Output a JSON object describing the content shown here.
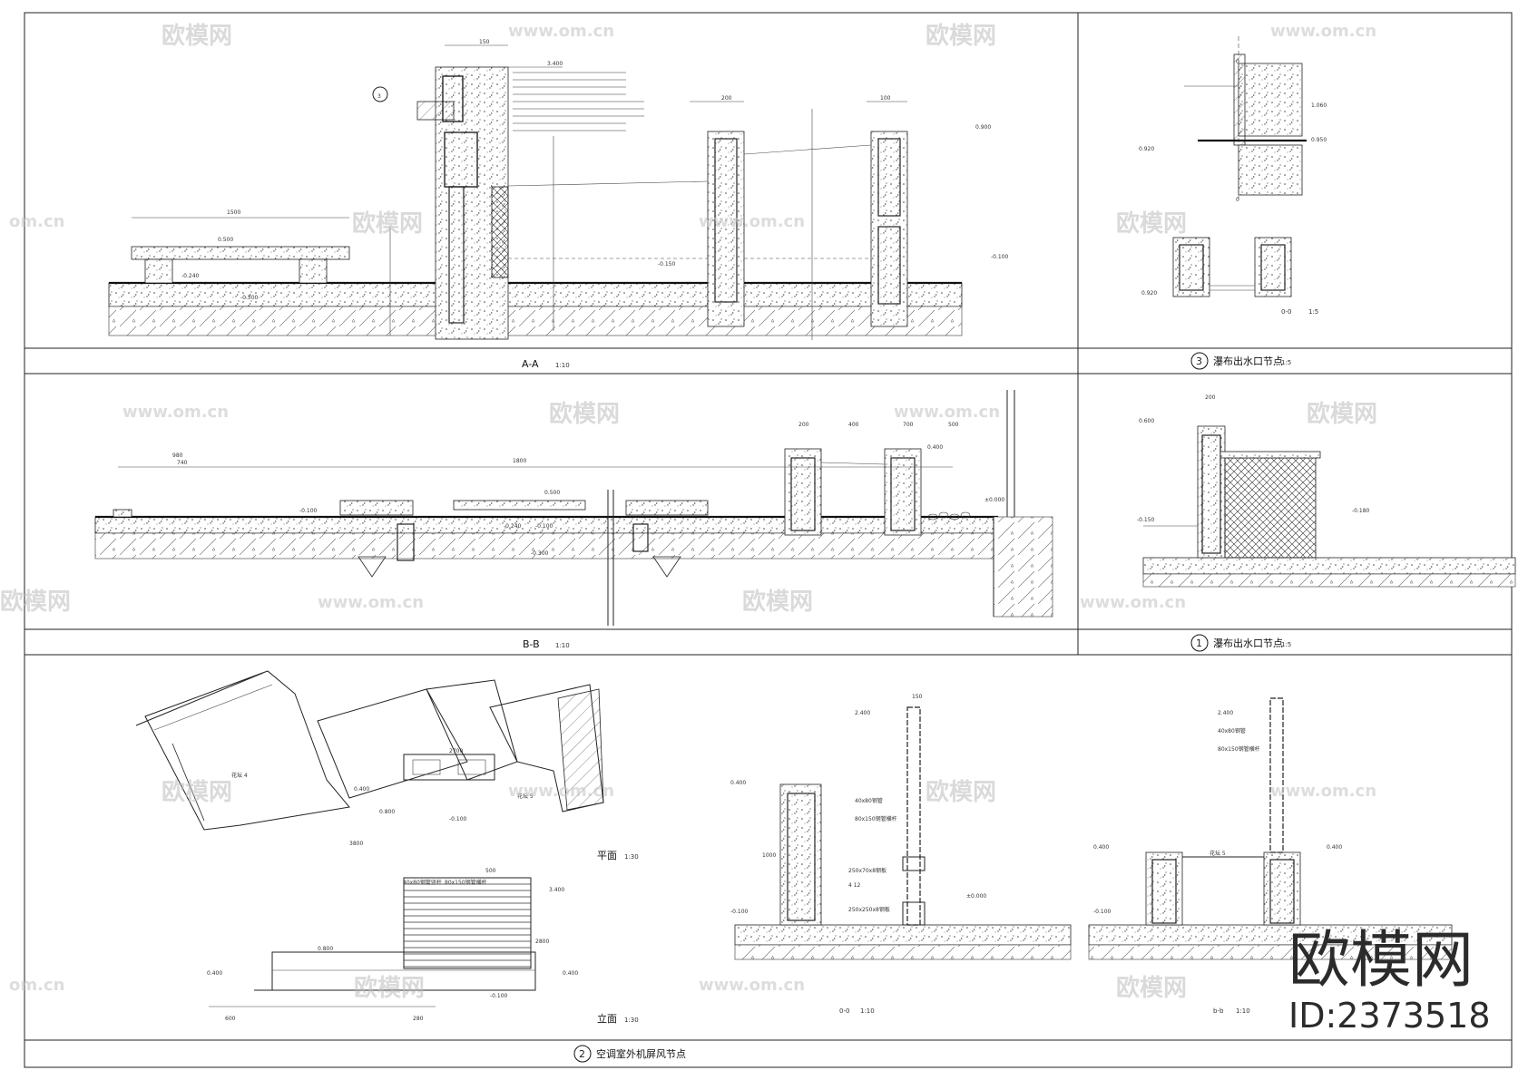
{
  "drawing": {
    "titles": {
      "section_aa": "A-A",
      "section_bb": "B-B",
      "section_00": "0-0",
      "section_bb_small": "b-b",
      "plan": "平面",
      "elevation": "立面",
      "detail_00_small": "0-0"
    },
    "scales": {
      "s110": "1:10",
      "s15": "1:5",
      "s130": "1:30"
    },
    "detail_titles": {
      "d3": "瀑布出水口节点",
      "d1": "瀑布出水口节点",
      "d2": "空调室外机屏风节点"
    },
    "detail_numbers": {
      "d3": "3",
      "d1": "1",
      "d2": "2"
    },
    "annotations": {
      "plan_label_a": "花坛 4",
      "plan_label_b": "花坛 5",
      "elev_top": "40x80钢管竖杆",
      "elev_slats": "80x150钢管横杆",
      "bb_label": "花坛 5",
      "lv_0400": "0.400",
      "lv_0500": "0.500",
      "lv_0100": "-0.100",
      "lv_0150": "-0.150",
      "lv_0240": "-0.240",
      "lv_0300": "-0.300",
      "lv_2400": "2.400",
      "lv_3400": "3.400",
      "lv_0900": "0.900",
      "lv_0600": "0.600",
      "lv_0800": "0.800",
      "lv_1060": "1.060",
      "lv_0950": "0.950",
      "lv_0920": "0.920",
      "lv_0180": "-0.180",
      "lv_0000": "±0.000",
      "dim_1500": "1500",
      "dim_1800": "1800",
      "dim_2700": "2700",
      "dim_3800": "3800",
      "dim_200": "200",
      "dim_100": "100",
      "dim_150": "150",
      "dim_600": "600",
      "dim_400": "400",
      "dim_500": "500",
      "dim_700": "700",
      "dim_980": "980",
      "dim_740": "740",
      "dim_280": "280",
      "dim_2800": "2800",
      "dim_1000": "1000",
      "dim_250x70": "250x70x8钢板",
      "dim_412": "4 12",
      "dim_250x250": "250x250x8钢板",
      "dim_40x80": "40x80钢管",
      "dim_80x150": "80x150钢管横杆"
    },
    "watermark": {
      "brand": "欧模网",
      "url": "www.om.cn",
      "url_short": "om.cn"
    },
    "brand_block": {
      "name": "欧模网",
      "id": "ID:2373518"
    }
  }
}
